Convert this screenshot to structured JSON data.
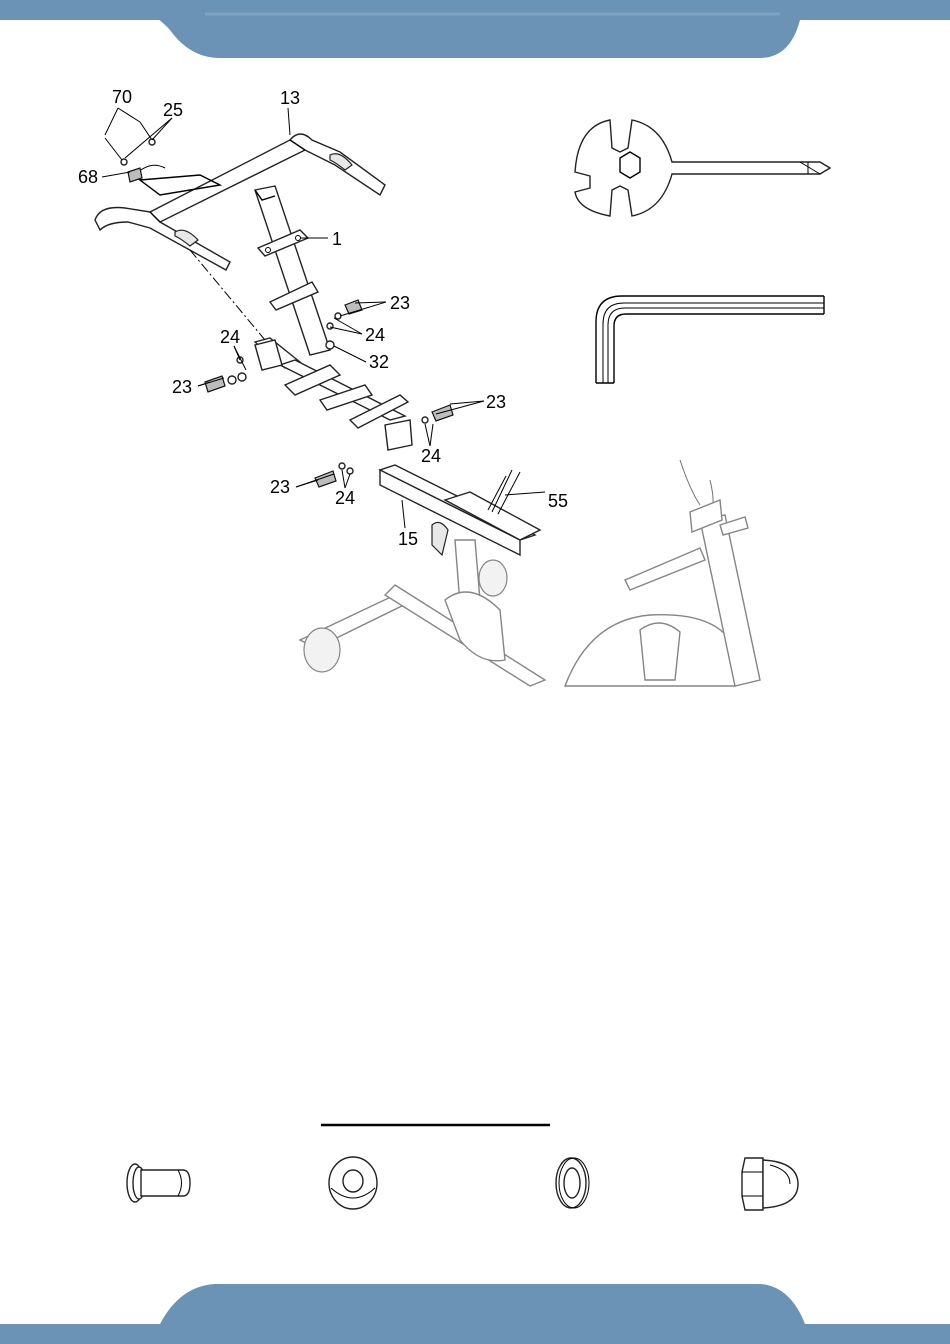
{
  "colors": {
    "band": "#6b93b6",
    "band_light": "#7ea2c2",
    "line": "#000000"
  },
  "callouts": {
    "c70": "70",
    "c25": "25",
    "c13": "13",
    "c68": "68",
    "c1": "1",
    "c23a": "23",
    "c24a": "24",
    "c24b": "24",
    "c32": "32",
    "c23b": "23",
    "c23c": "23",
    "c24c": "24",
    "c23d": "23",
    "c24d": "24",
    "c55": "55",
    "c15": "15"
  },
  "tools": [
    "spanner-screwdriver-icon",
    "allen-key-icon"
  ],
  "hardware": [
    "bolt-icon",
    "curved-washer-icon",
    "spring-washer-icon",
    "cap-nut-icon"
  ]
}
